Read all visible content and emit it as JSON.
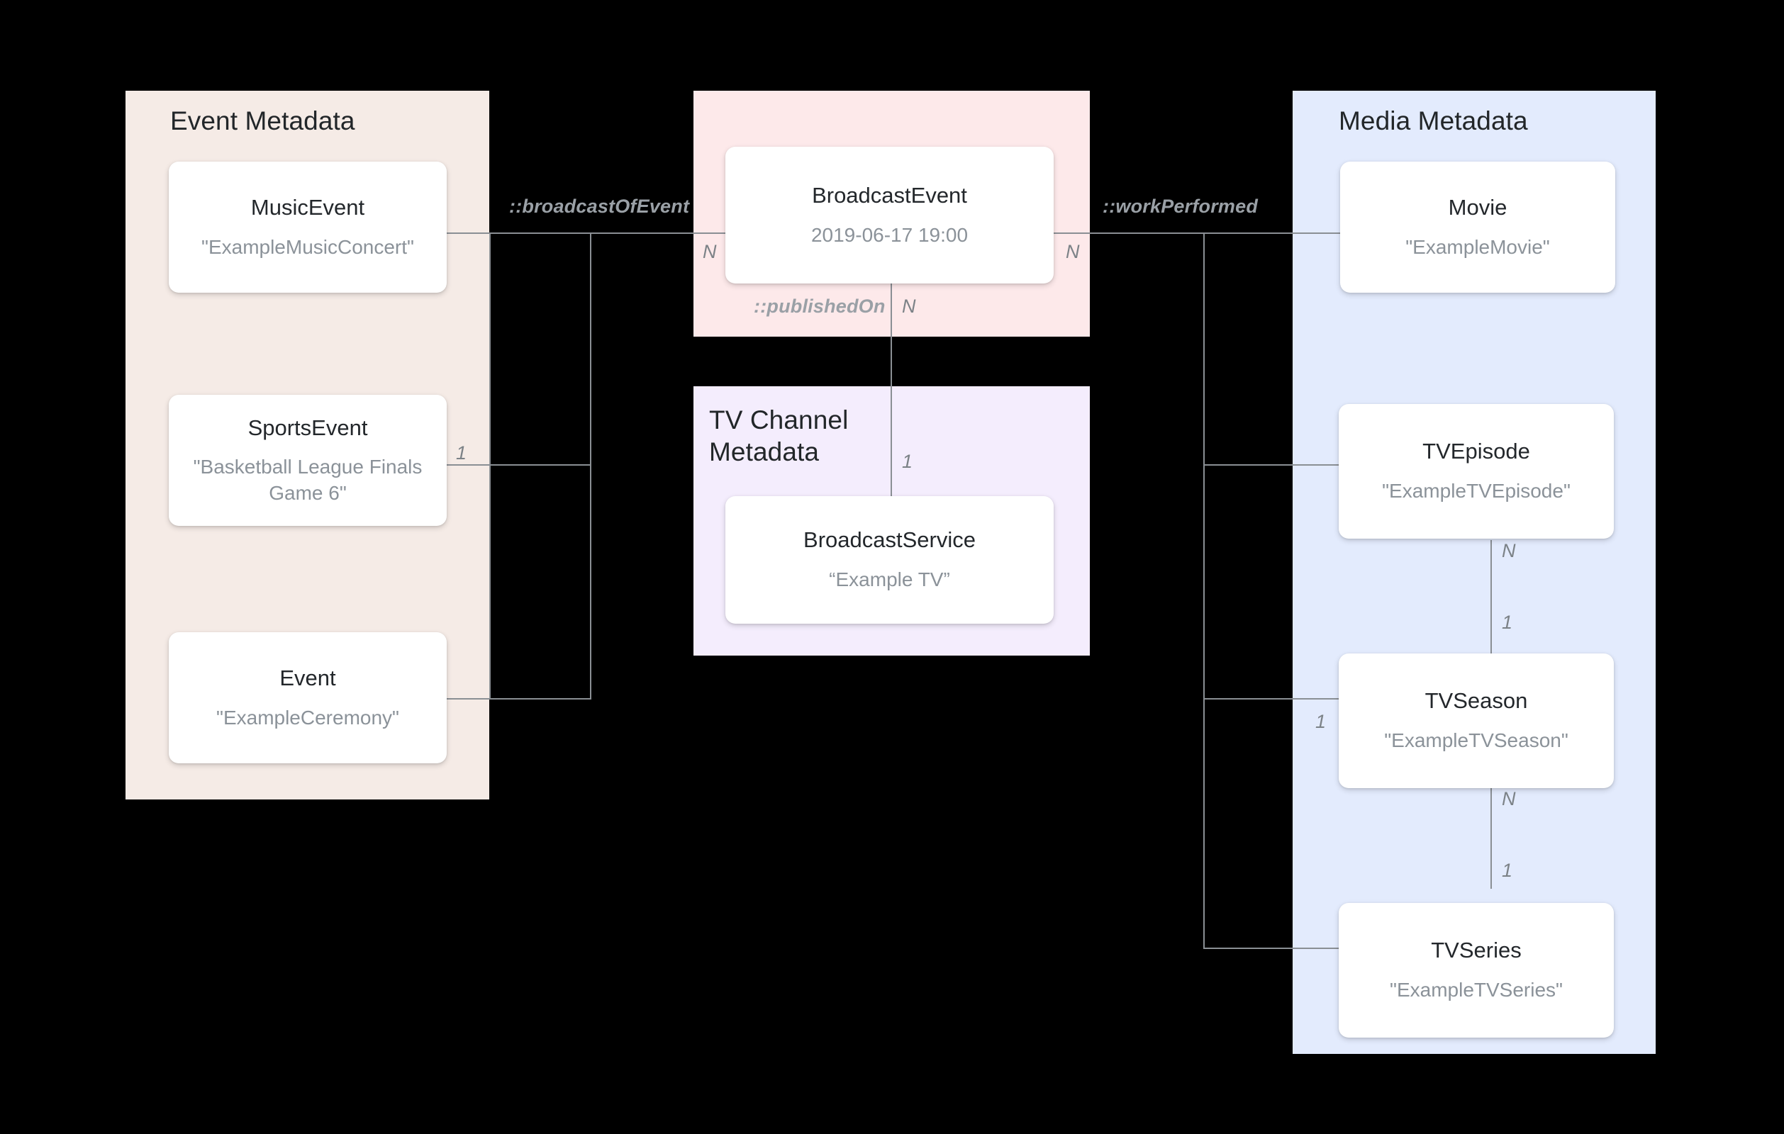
{
  "diagram": {
    "title": "Broadcast Event Metadata Relationship Diagram",
    "type": "entity-relationship",
    "colors": {
      "event_panel": "#F5EBE6",
      "broadcast_panel": "#FDE9EA",
      "tvchannel_panel": "#F4EDFD",
      "media_panel": "#E3EBFD",
      "card": "#FFFFFF",
      "line": "#8A8F94",
      "entity_name": "#23272B",
      "entity_value": "#8B9299",
      "edge_label": "#9AA0A6"
    }
  },
  "groups": {
    "event": {
      "title": "Event Metadata"
    },
    "broadcast": {
      "title": ""
    },
    "tvchannel": {
      "title": "TV Channel\nMetadata"
    },
    "media": {
      "title": "Media Metadata"
    }
  },
  "entities": {
    "music_event": {
      "name": "MusicEvent",
      "value": "\"ExampleMusicConcert\""
    },
    "sports_event": {
      "name": "SportsEvent",
      "value": "\"Basketball League Finals Game 6\""
    },
    "event": {
      "name": "Event",
      "value": "\"ExampleCeremony\""
    },
    "broadcast_event": {
      "name": "BroadcastEvent",
      "value": "2019-06-17 19:00"
    },
    "broadcast_service": {
      "name": "BroadcastService",
      "value": "“Example TV”"
    },
    "movie": {
      "name": "Movie",
      "value": "\"ExampleMovie\""
    },
    "tv_episode": {
      "name": "TVEpisode",
      "value": "\"ExampleTVEpisode\""
    },
    "tv_season": {
      "name": "TVSeason",
      "value": "\"ExampleTVSeason\""
    },
    "tv_series": {
      "name": "TVSeries",
      "value": "\"ExampleTVSeries\""
    }
  },
  "relations": {
    "broadcast_of_event": {
      "label": "::broadcastOfEvent",
      "from_card": "1",
      "to_card": "N"
    },
    "published_on": {
      "label": "::publishedOn",
      "from_card": "N",
      "to_card": "1"
    },
    "work_performed": {
      "label": "::workPerformed",
      "from_card": "N",
      "to_card": ""
    }
  },
  "cardinalities": {
    "sports_event_1": "1",
    "broadcast_event_left_n": "N",
    "broadcast_event_right_n": "N",
    "published_on_n": "N",
    "broadcast_service_1": "1",
    "episode_to_season_n": "N",
    "episode_to_season_1": "1",
    "season_to_series_n": "N",
    "season_to_series_1": "1",
    "season_left_1": "1"
  }
}
